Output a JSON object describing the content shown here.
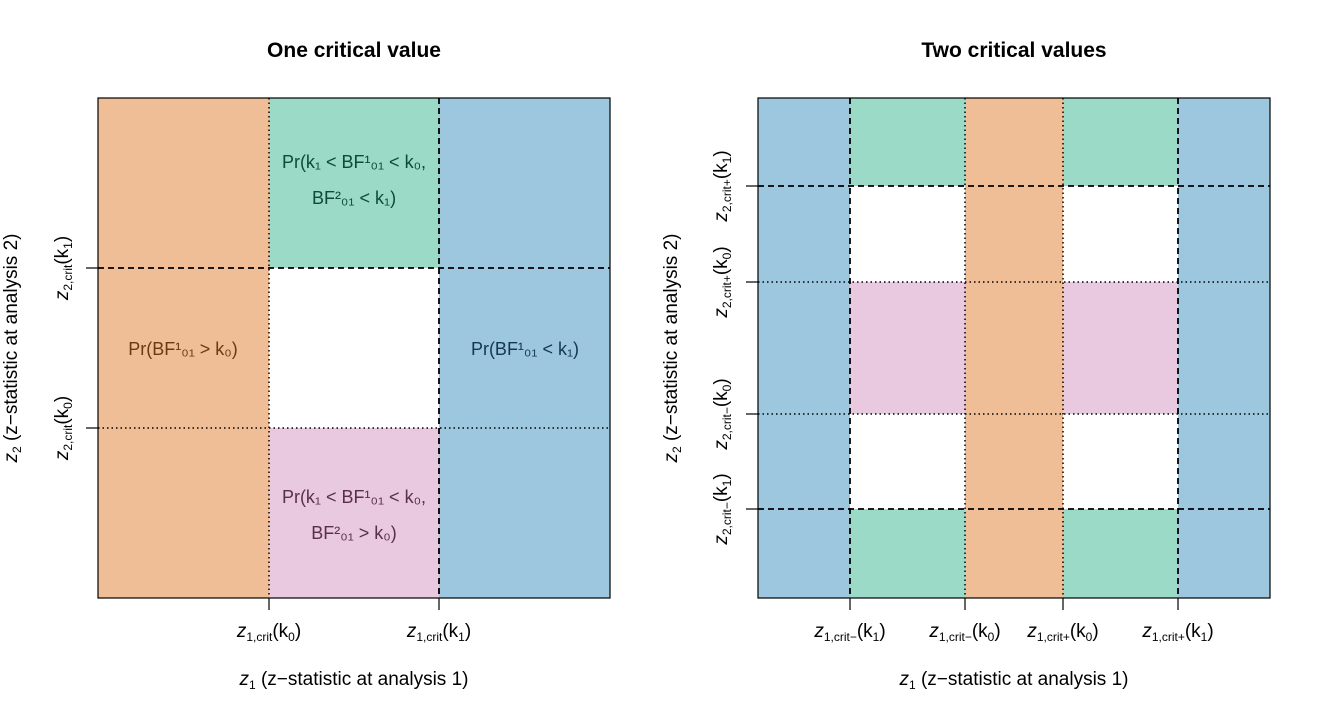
{
  "colors": {
    "orange": "#EFBE96",
    "green": "#9ADAC6",
    "blue": "#9CC7DF",
    "pink": "#E8C9DF",
    "white": "#FFFFFF",
    "orange_text": "#6B3A10",
    "green_text": "#0F4A38",
    "blue_text": "#14384E",
    "pink_text": "#5A2F49"
  },
  "left_panel": {
    "title": "One critical value",
    "xlabel_pre": "z",
    "xlabel_sub": "1",
    "xlabel_post": " (z−statistic at analysis 1)",
    "ylabel_pre": "z",
    "ylabel_sub": "2",
    "ylabel_post": " (z−statistic at analysis 2)",
    "x_ticks": [
      {
        "main": "z",
        "sub": "1,crit",
        "arg": "(k",
        "arg_sub": "0",
        "close": ")"
      },
      {
        "main": "z",
        "sub": "1,crit",
        "arg": "(k",
        "arg_sub": "1",
        "close": ")"
      }
    ],
    "y_ticks": [
      {
        "main": "z",
        "sub": "2,crit",
        "arg": "(k",
        "arg_sub": "0",
        "close": ")"
      },
      {
        "main": "z",
        "sub": "2,crit",
        "arg": "(k",
        "arg_sub": "1",
        "close": ")"
      }
    ],
    "regions": {
      "left": "Pr(BF¹₀₁ > k₀)",
      "right": "Pr(BF¹₀₁ < k₁)",
      "top_line1": "Pr(k₁ < BF¹₀₁ < k₀,",
      "top_line2": "BF²₀₁ < k₁)",
      "bottom_line1": "Pr(k₁ < BF¹₀₁ < k₀,",
      "bottom_line2": "BF²₀₁ > k₀)"
    }
  },
  "right_panel": {
    "title": "Two critical values",
    "xlabel_pre": "z",
    "xlabel_sub": "1",
    "xlabel_post": " (z−statistic at analysis 1)",
    "ylabel_pre": "z",
    "ylabel_sub": "2",
    "ylabel_post": " (z−statistic at analysis 2)",
    "x_ticks": [
      {
        "main": "z",
        "sub": "1,crit−",
        "arg": "(k",
        "arg_sub": "1",
        "close": ")"
      },
      {
        "main": "z",
        "sub": "1,crit−",
        "arg": "(k",
        "arg_sub": "0",
        "close": ")"
      },
      {
        "main": "z",
        "sub": "1,crit+",
        "arg": "(k",
        "arg_sub": "0",
        "close": ")"
      },
      {
        "main": "z",
        "sub": "1,crit+",
        "arg": "(k",
        "arg_sub": "1",
        "close": ")"
      }
    ],
    "y_ticks": [
      {
        "main": "z",
        "sub": "2,crit−",
        "arg": "(k",
        "arg_sub": "1",
        "close": ")"
      },
      {
        "main": "z",
        "sub": "2,crit−",
        "arg": "(k",
        "arg_sub": "0",
        "close": ")"
      },
      {
        "main": "z",
        "sub": "2,crit+",
        "arg": "(k",
        "arg_sub": "0",
        "close": ")"
      },
      {
        "main": "z",
        "sub": "2,crit+",
        "arg": "(k",
        "arg_sub": "1",
        "close": ")"
      }
    ]
  }
}
